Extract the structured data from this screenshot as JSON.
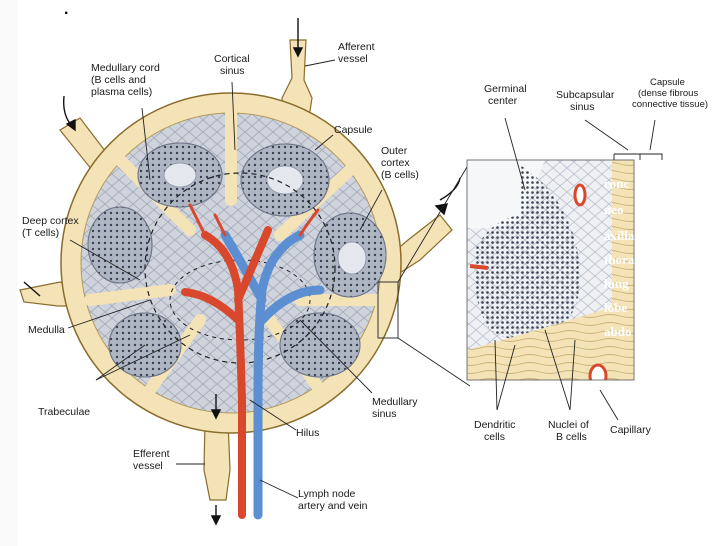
{
  "header": {
    "mark": "."
  },
  "labels": {
    "medullary_cord": [
      "Medullary cord",
      "(B cells and",
      "plasma cells)"
    ],
    "cortical_sinus": [
      "Cortical",
      "sinus"
    ],
    "afferent_vessel": [
      "Afferent",
      "vessel"
    ],
    "capsule": "Capsule",
    "outer_cortex": [
      "Outer",
      "cortex",
      "(B cells)"
    ],
    "deep_cortex": [
      "Deep cortex",
      "(T cells)"
    ],
    "medulla": "Medulla",
    "trabeculae": "Trabeculae",
    "medullary_sinus": [
      "Medullary",
      "sinus"
    ],
    "efferent_vessel": [
      "Efferent",
      "vessel"
    ],
    "hilus": "Hilus",
    "lymph_node_artery_vein": [
      "Lymph node",
      "artery and vein"
    ],
    "germinal_center": [
      "Germinal",
      "center"
    ],
    "subcapsular_sinus": [
      "Subcapsular",
      "sinus"
    ],
    "capsule_detail": [
      "Capsule",
      "(dense fibrous",
      "connective tissue)"
    ],
    "dendritic_cells": [
      "Dendritic",
      "cells"
    ],
    "nuclei_b_cells": [
      "Nuclei of",
      "B cells"
    ],
    "capillary": "Capillary"
  },
  "overlay_text": [
    "conc",
    "neo",
    "axilla",
    "thorax",
    "lung",
    "lobe",
    "abdo"
  ],
  "colors": {
    "capsule_fill": "#f3e3b6",
    "capsule_stroke": "#8a6d2c",
    "interior_fill": "#cfd3dc",
    "nodule_fill": "#aeb6c4",
    "nodule_dots": "#3b4150",
    "artery": "#d9482c",
    "vein": "#5b8fd1",
    "inset_tissue": "#e9e6ef",
    "inset_cells": "#2f3a4a",
    "overlay_text": "#ffffff"
  }
}
